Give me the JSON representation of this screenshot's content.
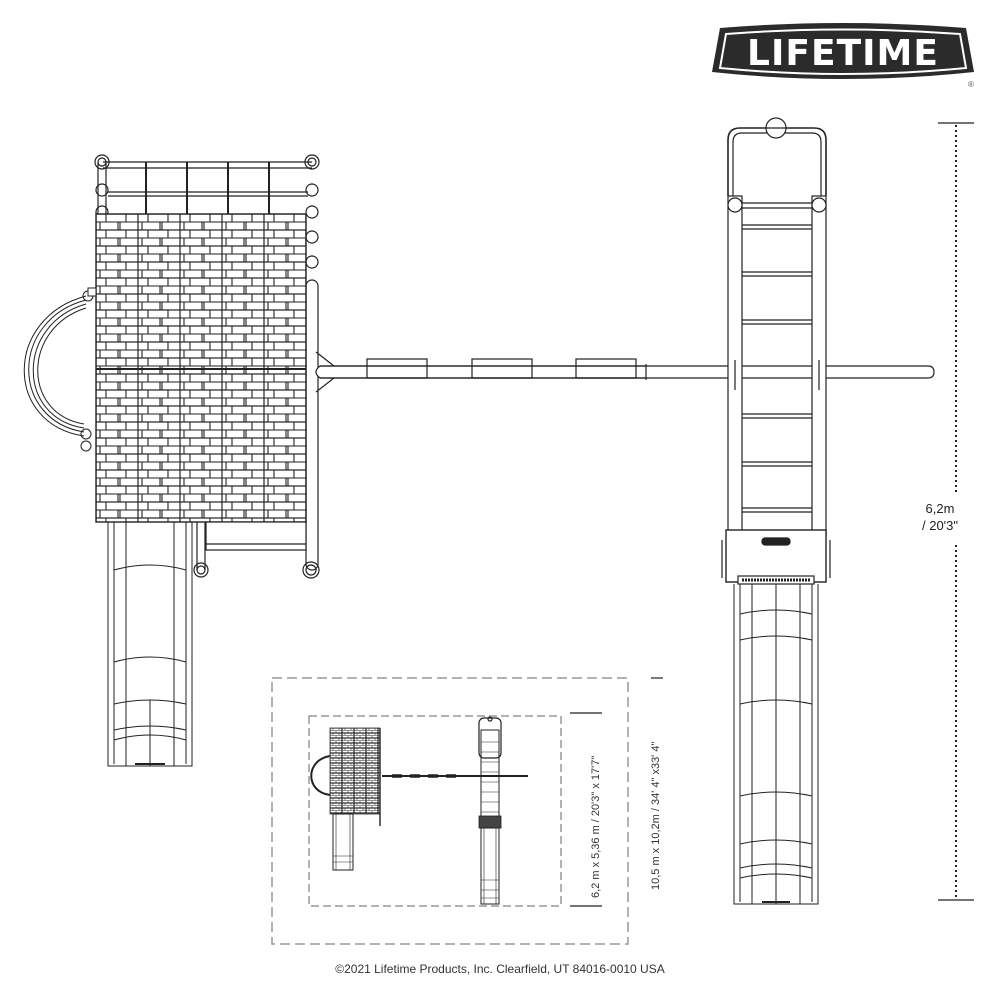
{
  "brand": {
    "logo_text": "LIFETIME",
    "registered_mark": "®",
    "colors": {
      "badge": "#2b2b2b",
      "line": "#222222",
      "dashed_border": "#999999",
      "background": "#ffffff"
    }
  },
  "diagram": {
    "title": "Playset top-view layout",
    "components": [
      "clubhouse-with-brick-roof",
      "rock-wall-arch",
      "monkey-bars-ladder",
      "wave-slide-left",
      "swing-beam-with-swings",
      "a-frame-ladder",
      "wave-slide-right"
    ],
    "main_dimension": {
      "metric": "6,2m",
      "imperial": "/ 20'3\""
    },
    "inset": {
      "inner_dimension": "6,2 m x 5,36 m  / 20'3\" x 17'7\"",
      "outer_dimension": "10,5 m x 10,2m  / 34' 4\" x33' 4\""
    }
  },
  "footer": {
    "copyright": "©2021 Lifetime Products, Inc. Clearfield, UT 84016-0010 USA"
  }
}
